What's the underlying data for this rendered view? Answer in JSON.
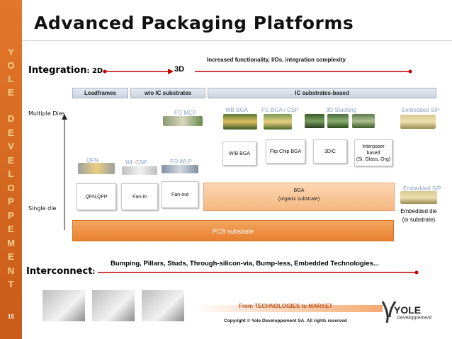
{
  "title": "Advanced Packaging Platforms",
  "sidebar_letters": [
    "Y",
    "O",
    "L",
    "E",
    "D",
    "E",
    "V",
    "E",
    "L",
    "O",
    "P",
    "P",
    "E",
    "M",
    "E",
    "N",
    "T"
  ],
  "page_number": "15",
  "integration": {
    "label": "Integration",
    "from": ": 2D",
    "to": "3D",
    "desc": "Increased functionality, I/Os, integration complexity"
  },
  "tiers": {
    "leadframes": "Leadframes",
    "wo_ic": "w/o IC substrates",
    "ic_based": "IC substrates-based"
  },
  "axis": {
    "multiple": "Multiple Dies",
    "single": "Single die"
  },
  "packages": {
    "fo_mcp": "FO MCP",
    "wb_bga": "WB BGA",
    "fc_bga": "FC BGA / CSP",
    "stacking": "3D Stacking",
    "embedded_sip_top": "Embedded SiP",
    "qfn": "QFN",
    "wl_csp": "WL CSP",
    "fo_wlp": "FO WLP",
    "embedded_sip_right": "Embedded SiP"
  },
  "boxes": {
    "wb_bga": "W/B BGA",
    "flip_chip": "Flip Chip BGA",
    "threedic": "3DIC",
    "interposer_1": "Interposer",
    "interposer_2": "based",
    "interposer_3": "(Si, Glass, Org)",
    "qfn_qfp": "QFN,QFP",
    "fan_in": "Fan-in",
    "fan_out": "Fan-out"
  },
  "bga": {
    "line1": "BGA",
    "line2": "(organic substrate)"
  },
  "embedded": {
    "line1": "Embedded die",
    "line2": "(in substrate)"
  },
  "pcb": "PCB substrate",
  "interconnect": {
    "label": "Interconnect",
    "colon": ":",
    "desc": "Bumping, Pillars, Studs, Through-silicon-via, Bump-less, Embedded Technologies..."
  },
  "footer": {
    "tagline": "From TECHNOLOGIES to MARKET",
    "copyright": "Copyright © Yole Developpement SA. All rights reserved",
    "logo_main": "YOLE",
    "logo_sub": "Developpement"
  },
  "colors": {
    "sidebar": "#d2691e",
    "accent_red": "#c00000",
    "pcb": "#e98030",
    "bga": "#f6b780"
  }
}
